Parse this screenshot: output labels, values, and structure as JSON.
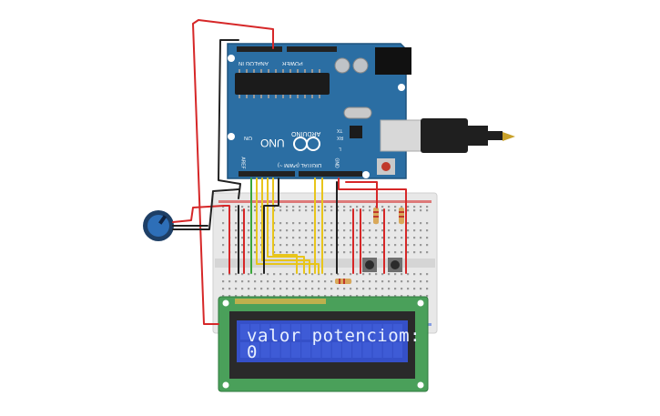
{
  "circuit": {
    "arduino": {
      "model_label": "UNO",
      "brand_label": "ARDUINO",
      "power_label": "POWER",
      "analog_label": "ANALOG IN",
      "digital_label": "DIGITAL (PWM ~)",
      "on_label": "ON",
      "tx_label": "TX",
      "rx_label": "RX",
      "l_label": "L",
      "aref_label": "AREF",
      "gnd_label": "GND",
      "board_color": "#2b6ea3",
      "usb_color": "#1a1a1a"
    },
    "lcd": {
      "line1": "valor potenciom:",
      "line2": "0",
      "pcb_color": "#4aa05a",
      "screen_color": "#3550c8"
    },
    "potentiometer": {
      "knob_color": "#2e6fb8"
    },
    "wires": {
      "red": "#d62728",
      "black": "#222222",
      "yellow": "#e8c51b",
      "green": "#3aa63a"
    }
  }
}
